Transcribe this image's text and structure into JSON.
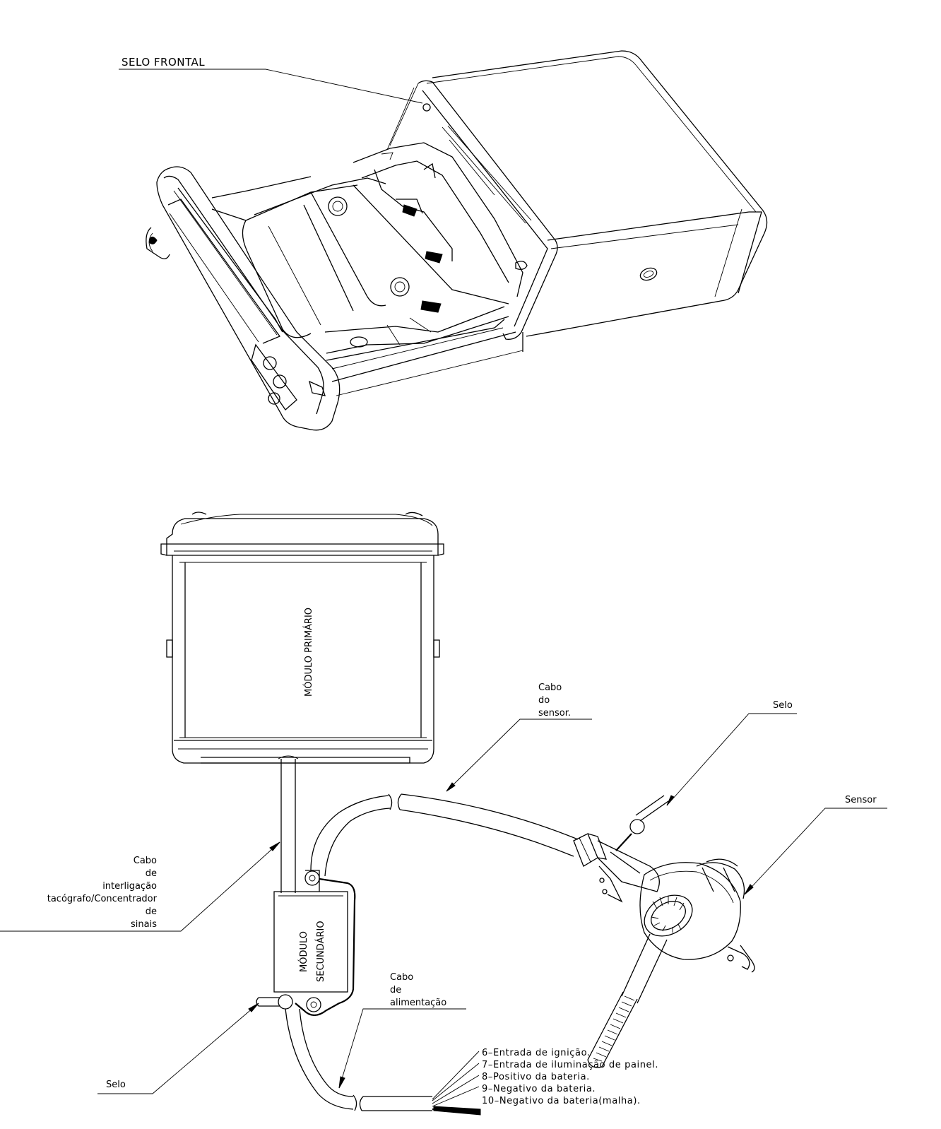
{
  "labels": {
    "selo_frontal": "SELO FRONTAL",
    "modulo_primario": "MÓDULO PRIMÁRIO",
    "modulo_secundario_line1": "MÓDULO",
    "modulo_secundario_line2": "SECUNDÁRIO",
    "cabo_sensor": [
      "Cabo",
      "do",
      "sensor."
    ],
    "selo_top": "Selo",
    "sensor": "Sensor",
    "cabo_interligacao": [
      "Cabo",
      "de",
      "interligação",
      "tacógrafo/Concentrador",
      "de",
      "sinais"
    ],
    "cabo_alimentacao": [
      "Cabo",
      "de",
      "alimentação"
    ],
    "selo_bottom": "Selo"
  },
  "wires": [
    "6–Entrada de ignição.",
    "7–Entrada de iluminação de painel.",
    "8–Positivo da bateria.",
    "9–Negativo da bateria.",
    "10–Negativo da bateria(malha)."
  ]
}
